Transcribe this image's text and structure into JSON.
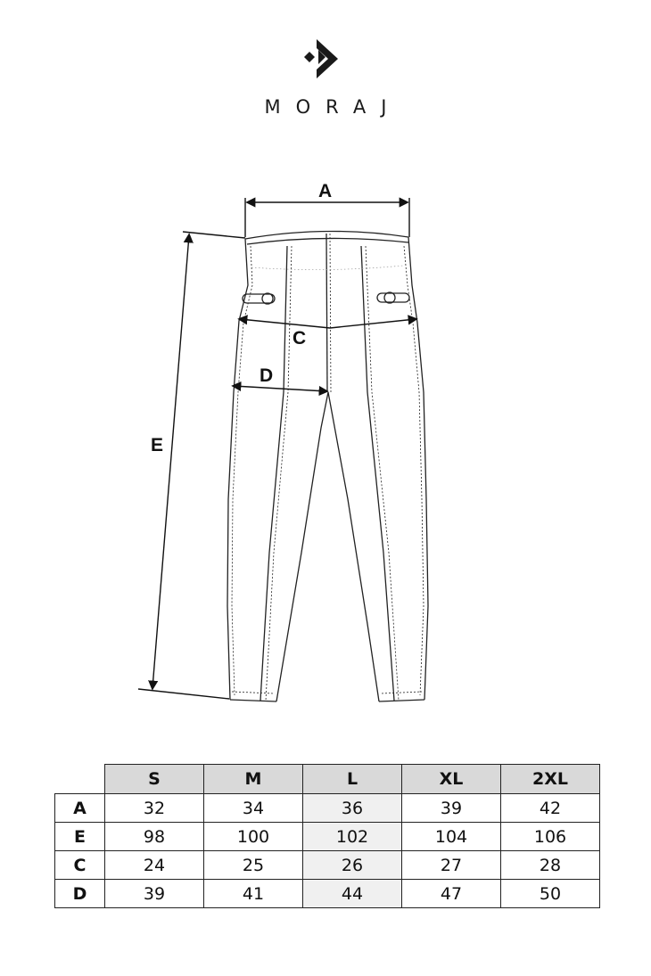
{
  "brand": {
    "name": "MORAJ",
    "icon": "diamond-arrow-logo-icon"
  },
  "diagram": {
    "labels": {
      "a": "A",
      "c": "C",
      "d": "D",
      "e": "E"
    }
  },
  "size_table": {
    "headers": [
      "S",
      "M",
      "L",
      "XL",
      "2XL"
    ],
    "highlight_column": "L",
    "rows": [
      {
        "label": "A",
        "values": [
          "32",
          "34",
          "36",
          "39",
          "42"
        ]
      },
      {
        "label": "E",
        "values": [
          "98",
          "100",
          "102",
          "104",
          "106"
        ]
      },
      {
        "label": "C",
        "values": [
          "24",
          "25",
          "26",
          "27",
          "28"
        ]
      },
      {
        "label": "D",
        "values": [
          "39",
          "41",
          "44",
          "47",
          "50"
        ]
      }
    ]
  }
}
